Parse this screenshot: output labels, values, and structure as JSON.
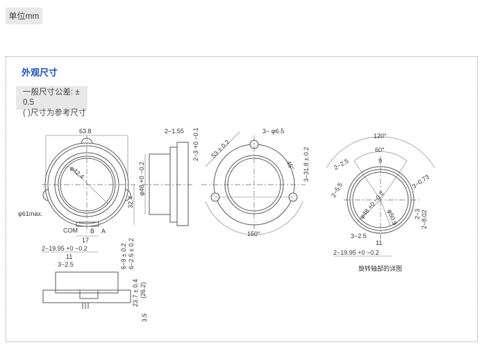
{
  "unit_label": "单位mm",
  "section": {
    "title": "外观尺寸",
    "notes": [
      "一般尺寸公差: ± 0.5",
      "(    )尺寸为参考尺寸"
    ]
  },
  "drawing": {
    "front": {
      "width": "63.8",
      "inner_dia": "φ42.4",
      "outer_dia": "φ61max.",
      "height": "32.4",
      "pin_pitch": "17",
      "pin_com": "COM",
      "pin_b": "B",
      "pin_a": "A"
    },
    "side": {
      "slot": "2−1.55",
      "slot_depth": "2−3 +0 −0.1",
      "dia": "φ48 +0 −0.2"
    },
    "back": {
      "hole": "3− φ6.5",
      "dist": "53 ± 0.2",
      "angle45": "45°",
      "pitch": "3−31.8 ± 0.2",
      "angle150": "150°"
    },
    "bottom": {
      "width": "2−19.95 +0 −0.2",
      "w11": "11",
      "w25": "3−2.5",
      "h9": "6−9 ± 0.2",
      "h25": "6−2.5 ± 0.2",
      "h237": "23.7 ± 0.4",
      "h262": "(26.2)",
      "h35": "3.5"
    },
    "detail": {
      "a120": "120°",
      "a60": "60°",
      "w9": "9",
      "s225": "2−2.5",
      "s255": "2−5.5",
      "s073": "3−0.73",
      "d48": "φ48 +0 −0.2",
      "d509": "φ50.9",
      "h23": "2−3",
      "h802": "2−8.02",
      "w25": "3−2.5",
      "w11": "11",
      "w1995": "2−19.95 +0 −0.2",
      "caption": "旋转轴部的详图"
    }
  }
}
